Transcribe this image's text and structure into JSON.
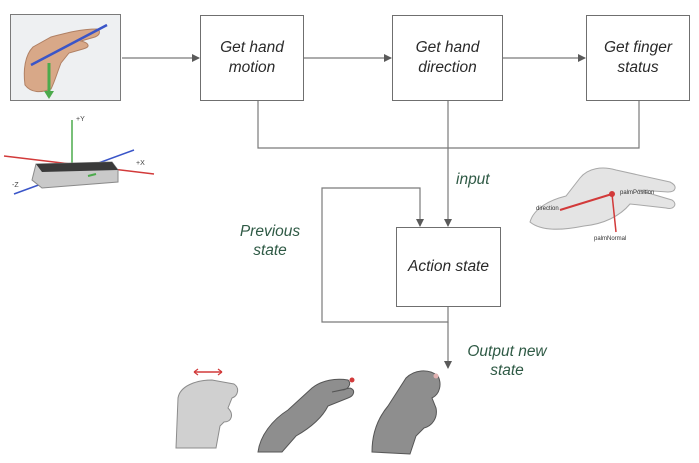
{
  "nodes": {
    "hand_motion": "Get hand\nmotion",
    "hand_direction": "Get hand\ndirection",
    "finger_status": "Get finger\nstatus",
    "action_state": "Action state"
  },
  "edge_labels": {
    "input": "input",
    "previous_state": "Previous\nstate",
    "output_new_state": "Output new\nstate"
  },
  "device_axes": {
    "y": "+Y",
    "x": "+X",
    "z": "-Z"
  },
  "hand_model_labels": {
    "direction": "direction",
    "palm_position": "palmPosition",
    "palm_normal": "palmNormal"
  },
  "colors": {
    "line": "#5a5a5a",
    "label_green": "#2f5a45",
    "axis_red": "#d23a3a",
    "axis_blue": "#3a55c8",
    "axis_green": "#4caa4c"
  }
}
